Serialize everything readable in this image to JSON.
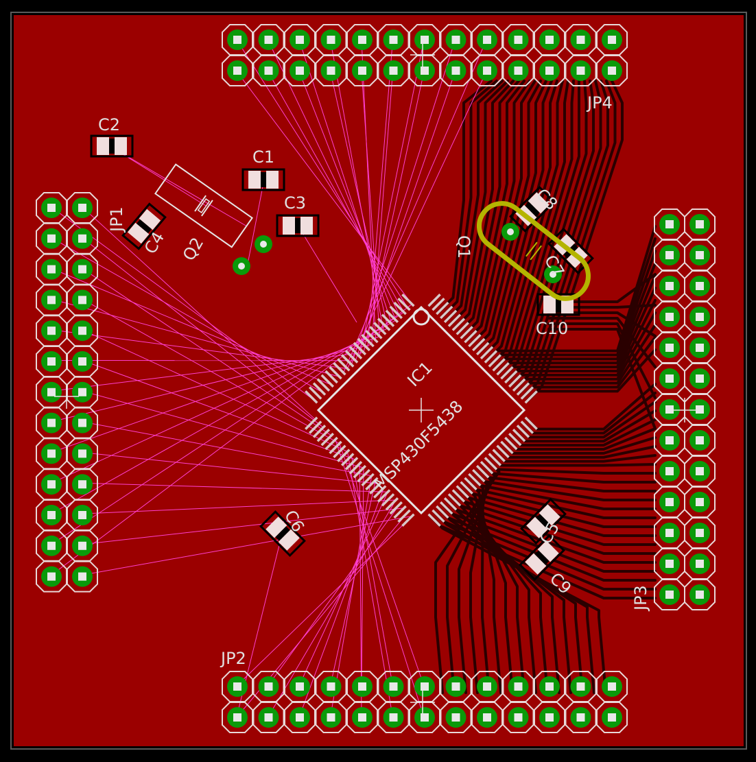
{
  "board": {
    "colors": {
      "background": "#000000",
      "copper": "#9b0000",
      "trace": "#2a0000",
      "silk": "#e6e6e6",
      "pad_copper": "#0a9a0a",
      "pad_hole": "#e8e8e8",
      "ratsnest": "#ff3fd2",
      "crystal_outline": "#b4b400"
    },
    "labels": {
      "jp1": "JP1",
      "jp2": "JP2",
      "jp3": "JP3",
      "jp4": "JP4",
      "ic1": "IC1",
      "ic1_value": "MSP430F5438",
      "c1": "C1",
      "c2": "C2",
      "c3": "C3",
      "c4": "C4",
      "c5": "C5",
      "c6": "C6",
      "c7": "C7",
      "c8": "C8",
      "c9": "C9",
      "c10": "C10",
      "q1": "Q1",
      "q2": "Q2"
    }
  }
}
